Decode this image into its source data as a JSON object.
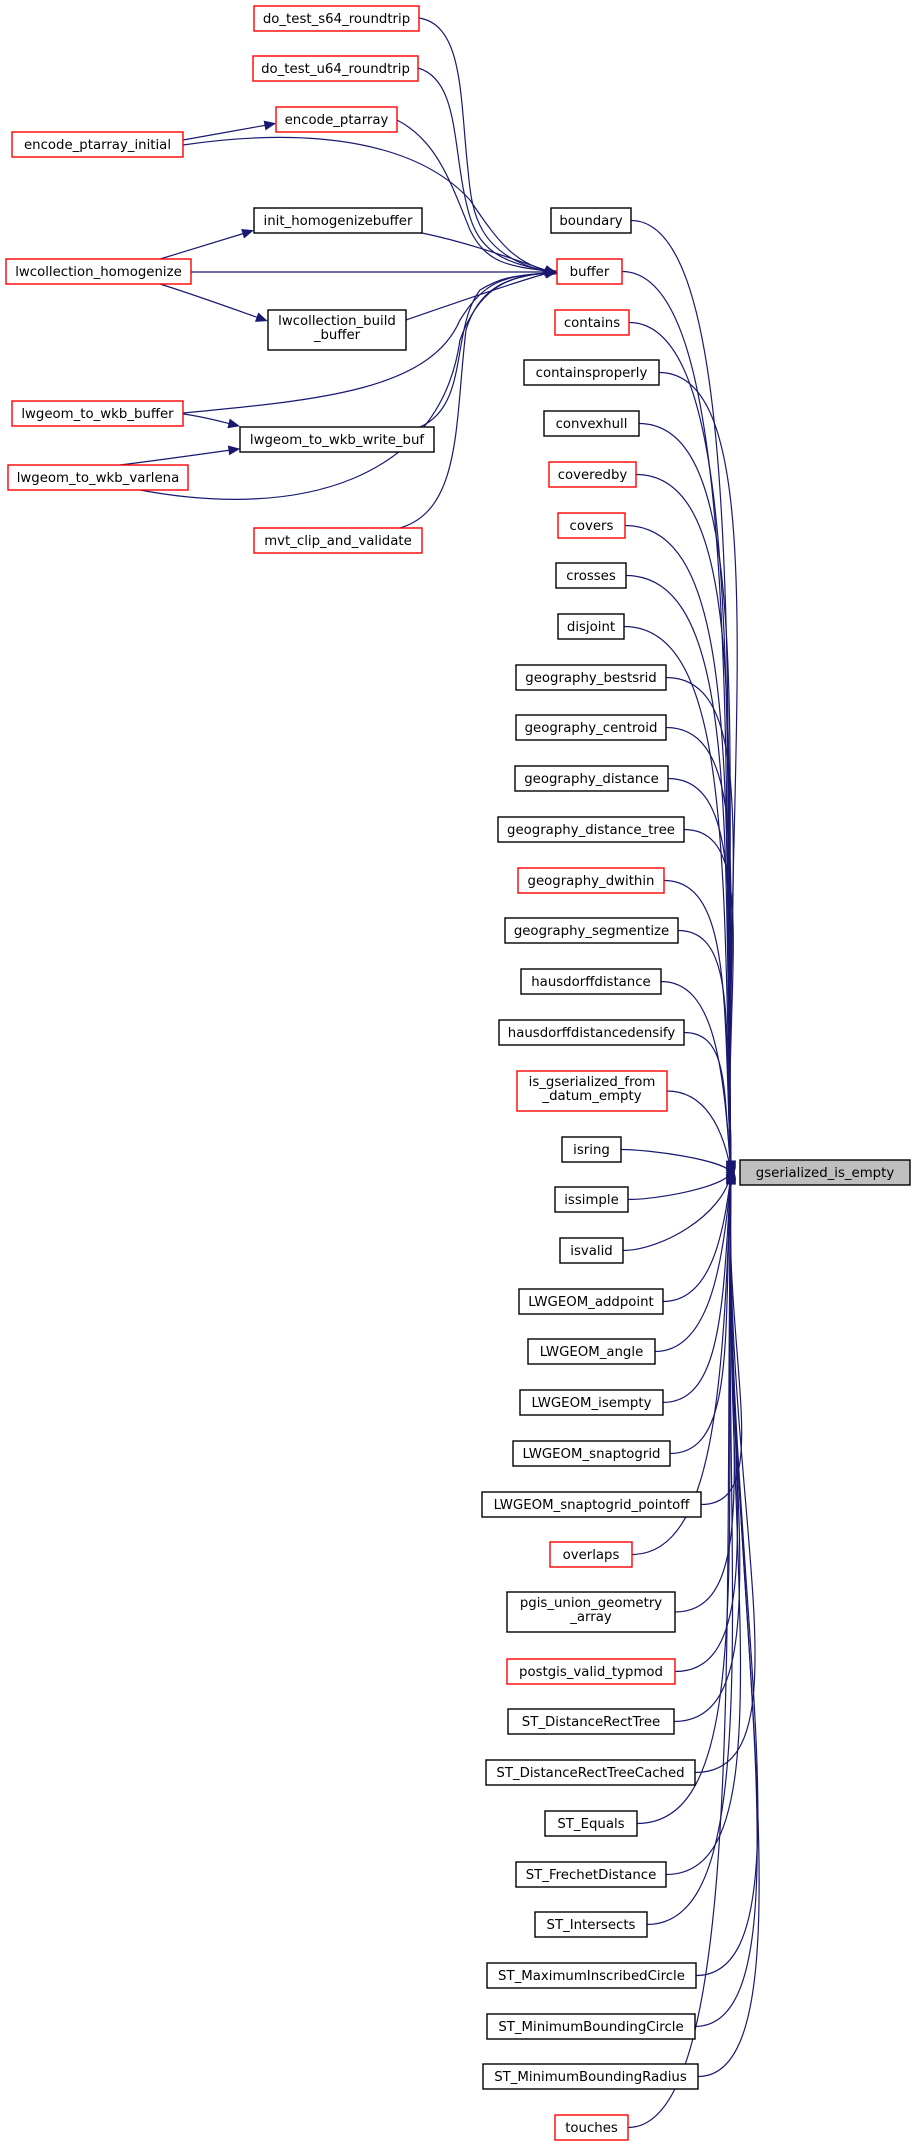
{
  "nodes": [
    {
      "id": "gserialized_is_empty",
      "lines": [
        "gserialized_is_empty"
      ],
      "border": "root"
    },
    {
      "id": "boundary",
      "lines": [
        "boundary"
      ],
      "border": "black"
    },
    {
      "id": "buffer",
      "lines": [
        "buffer"
      ],
      "border": "red"
    },
    {
      "id": "contains",
      "lines": [
        "contains"
      ],
      "border": "red"
    },
    {
      "id": "containsproperly",
      "lines": [
        "containsproperly"
      ],
      "border": "black"
    },
    {
      "id": "convexhull",
      "lines": [
        "convexhull"
      ],
      "border": "black"
    },
    {
      "id": "coveredby",
      "lines": [
        "coveredby"
      ],
      "border": "red"
    },
    {
      "id": "covers",
      "lines": [
        "covers"
      ],
      "border": "red"
    },
    {
      "id": "crosses",
      "lines": [
        "crosses"
      ],
      "border": "black"
    },
    {
      "id": "disjoint",
      "lines": [
        "disjoint"
      ],
      "border": "black"
    },
    {
      "id": "geography_bestsrid",
      "lines": [
        "geography_bestsrid"
      ],
      "border": "black"
    },
    {
      "id": "geography_centroid",
      "lines": [
        "geography_centroid"
      ],
      "border": "black"
    },
    {
      "id": "geography_distance",
      "lines": [
        "geography_distance"
      ],
      "border": "black"
    },
    {
      "id": "geography_distance_tree",
      "lines": [
        "geography_distance_tree"
      ],
      "border": "black"
    },
    {
      "id": "geography_dwithin",
      "lines": [
        "geography_dwithin"
      ],
      "border": "red"
    },
    {
      "id": "geography_segmentize",
      "lines": [
        "geography_segmentize"
      ],
      "border": "black"
    },
    {
      "id": "hausdorffdistance",
      "lines": [
        "hausdorffdistance"
      ],
      "border": "black"
    },
    {
      "id": "hausdorffdistancedensify",
      "lines": [
        "hausdorffdistancedensify"
      ],
      "border": "black"
    },
    {
      "id": "is_gserialized_from_datum_empty",
      "lines": [
        "is_gserialized_from",
        "_datum_empty"
      ],
      "border": "red"
    },
    {
      "id": "isring",
      "lines": [
        "isring"
      ],
      "border": "black"
    },
    {
      "id": "issimple",
      "lines": [
        "issimple"
      ],
      "border": "black"
    },
    {
      "id": "isvalid",
      "lines": [
        "isvalid"
      ],
      "border": "black"
    },
    {
      "id": "LWGEOM_addpoint",
      "lines": [
        "LWGEOM_addpoint"
      ],
      "border": "black"
    },
    {
      "id": "LWGEOM_angle",
      "lines": [
        "LWGEOM_angle"
      ],
      "border": "black"
    },
    {
      "id": "LWGEOM_isempty",
      "lines": [
        "LWGEOM_isempty"
      ],
      "border": "black"
    },
    {
      "id": "LWGEOM_snaptogrid",
      "lines": [
        "LWGEOM_snaptogrid"
      ],
      "border": "black"
    },
    {
      "id": "LWGEOM_snaptogrid_pointoff",
      "lines": [
        "LWGEOM_snaptogrid_pointoff"
      ],
      "border": "black"
    },
    {
      "id": "overlaps",
      "lines": [
        "overlaps"
      ],
      "border": "red"
    },
    {
      "id": "pgis_union_geometry_array",
      "lines": [
        "pgis_union_geometry",
        "_array"
      ],
      "border": "black"
    },
    {
      "id": "postgis_valid_typmod",
      "lines": [
        "postgis_valid_typmod"
      ],
      "border": "red"
    },
    {
      "id": "ST_DistanceRectTree",
      "lines": [
        "ST_DistanceRectTree"
      ],
      "border": "black"
    },
    {
      "id": "ST_DistanceRectTreeCached",
      "lines": [
        "ST_DistanceRectTreeCached"
      ],
      "border": "black"
    },
    {
      "id": "ST_Equals",
      "lines": [
        "ST_Equals"
      ],
      "border": "black"
    },
    {
      "id": "ST_FrechetDistance",
      "lines": [
        "ST_FrechetDistance"
      ],
      "border": "black"
    },
    {
      "id": "ST_Intersects",
      "lines": [
        "ST_Intersects"
      ],
      "border": "black"
    },
    {
      "id": "ST_MaximumInscribedCircle",
      "lines": [
        "ST_MaximumInscribedCircle"
      ],
      "border": "black"
    },
    {
      "id": "ST_MinimumBoundingCircle",
      "lines": [
        "ST_MinimumBoundingCircle"
      ],
      "border": "black"
    },
    {
      "id": "ST_MinimumBoundingRadius",
      "lines": [
        "ST_MinimumBoundingRadius"
      ],
      "border": "black"
    },
    {
      "id": "touches",
      "lines": [
        "touches"
      ],
      "border": "red"
    },
    {
      "id": "do_test_s64_roundtrip",
      "lines": [
        "do_test_s64_roundtrip"
      ],
      "border": "red"
    },
    {
      "id": "do_test_u64_roundtrip",
      "lines": [
        "do_test_u64_roundtrip"
      ],
      "border": "red"
    },
    {
      "id": "encode_ptarray",
      "lines": [
        "encode_ptarray"
      ],
      "border": "red"
    },
    {
      "id": "encode_ptarray_initial",
      "lines": [
        "encode_ptarray_initial"
      ],
      "border": "red"
    },
    {
      "id": "init_homogenizebuffer",
      "lines": [
        "init_homogenizebuffer"
      ],
      "border": "black"
    },
    {
      "id": "lwcollection_homogenize",
      "lines": [
        "lwcollection_homogenize"
      ],
      "border": "red"
    },
    {
      "id": "lwcollection_build_buffer",
      "lines": [
        "lwcollection_build",
        "_buffer"
      ],
      "border": "black"
    },
    {
      "id": "lwgeom_to_wkb_buffer",
      "lines": [
        "lwgeom_to_wkb_buffer"
      ],
      "border": "red"
    },
    {
      "id": "lwgeom_to_wkb_write_buf",
      "lines": [
        "lwgeom_to_wkb_write_buf"
      ],
      "border": "black"
    },
    {
      "id": "lwgeom_to_wkb_varlena",
      "lines": [
        "lwgeom_to_wkb_varlena"
      ],
      "border": "red"
    },
    {
      "id": "mvt_clip_and_validate",
      "lines": [
        "mvt_clip_and_validate"
      ],
      "border": "red"
    }
  ],
  "edges": [
    {
      "from": "boundary",
      "to": "gserialized_is_empty"
    },
    {
      "from": "buffer",
      "to": "gserialized_is_empty"
    },
    {
      "from": "contains",
      "to": "gserialized_is_empty"
    },
    {
      "from": "containsproperly",
      "to": "gserialized_is_empty"
    },
    {
      "from": "convexhull",
      "to": "gserialized_is_empty"
    },
    {
      "from": "coveredby",
      "to": "gserialized_is_empty"
    },
    {
      "from": "covers",
      "to": "gserialized_is_empty"
    },
    {
      "from": "crosses",
      "to": "gserialized_is_empty"
    },
    {
      "from": "disjoint",
      "to": "gserialized_is_empty"
    },
    {
      "from": "geography_bestsrid",
      "to": "gserialized_is_empty"
    },
    {
      "from": "geography_centroid",
      "to": "gserialized_is_empty"
    },
    {
      "from": "geography_distance",
      "to": "gserialized_is_empty"
    },
    {
      "from": "geography_distance_tree",
      "to": "gserialized_is_empty"
    },
    {
      "from": "geography_dwithin",
      "to": "gserialized_is_empty"
    },
    {
      "from": "geography_segmentize",
      "to": "gserialized_is_empty"
    },
    {
      "from": "hausdorffdistance",
      "to": "gserialized_is_empty"
    },
    {
      "from": "hausdorffdistancedensify",
      "to": "gserialized_is_empty"
    },
    {
      "from": "is_gserialized_from_datum_empty",
      "to": "gserialized_is_empty"
    },
    {
      "from": "isring",
      "to": "gserialized_is_empty"
    },
    {
      "from": "issimple",
      "to": "gserialized_is_empty"
    },
    {
      "from": "isvalid",
      "to": "gserialized_is_empty"
    },
    {
      "from": "LWGEOM_addpoint",
      "to": "gserialized_is_empty"
    },
    {
      "from": "LWGEOM_angle",
      "to": "gserialized_is_empty"
    },
    {
      "from": "LWGEOM_isempty",
      "to": "gserialized_is_empty"
    },
    {
      "from": "LWGEOM_snaptogrid",
      "to": "gserialized_is_empty"
    },
    {
      "from": "LWGEOM_snaptogrid_pointoff",
      "to": "gserialized_is_empty"
    },
    {
      "from": "overlaps",
      "to": "gserialized_is_empty"
    },
    {
      "from": "pgis_union_geometry_array",
      "to": "gserialized_is_empty"
    },
    {
      "from": "postgis_valid_typmod",
      "to": "gserialized_is_empty"
    },
    {
      "from": "ST_DistanceRectTree",
      "to": "gserialized_is_empty"
    },
    {
      "from": "ST_DistanceRectTreeCached",
      "to": "gserialized_is_empty"
    },
    {
      "from": "ST_Equals",
      "to": "gserialized_is_empty"
    },
    {
      "from": "ST_FrechetDistance",
      "to": "gserialized_is_empty"
    },
    {
      "from": "ST_Intersects",
      "to": "gserialized_is_empty"
    },
    {
      "from": "ST_MaximumInscribedCircle",
      "to": "gserialized_is_empty"
    },
    {
      "from": "ST_MinimumBoundingCircle",
      "to": "gserialized_is_empty"
    },
    {
      "from": "ST_MinimumBoundingRadius",
      "to": "gserialized_is_empty"
    },
    {
      "from": "touches",
      "to": "gserialized_is_empty"
    },
    {
      "from": "do_test_s64_roundtrip",
      "to": "buffer"
    },
    {
      "from": "do_test_u64_roundtrip",
      "to": "buffer"
    },
    {
      "from": "encode_ptarray",
      "to": "buffer"
    },
    {
      "from": "encode_ptarray_initial",
      "to": "buffer"
    },
    {
      "from": "encode_ptarray_initial",
      "to": "encode_ptarray"
    },
    {
      "from": "init_homogenizebuffer",
      "to": "buffer"
    },
    {
      "from": "lwcollection_homogenize",
      "to": "buffer"
    },
    {
      "from": "lwcollection_homogenize",
      "to": "init_homogenizebuffer"
    },
    {
      "from": "lwcollection_homogenize",
      "to": "lwcollection_build_buffer"
    },
    {
      "from": "lwcollection_build_buffer",
      "to": "buffer"
    },
    {
      "from": "lwgeom_to_wkb_buffer",
      "to": "buffer"
    },
    {
      "from": "lwgeom_to_wkb_buffer",
      "to": "lwgeom_to_wkb_write_buf"
    },
    {
      "from": "lwgeom_to_wkb_write_buf",
      "to": "buffer"
    },
    {
      "from": "lwgeom_to_wkb_varlena",
      "to": "buffer"
    },
    {
      "from": "lwgeom_to_wkb_varlena",
      "to": "lwgeom_to_wkb_write_buf"
    },
    {
      "from": "mvt_clip_and_validate",
      "to": "buffer"
    }
  ],
  "colors": {
    "edge": "#191970",
    "red_border": "#ff0000",
    "black_border": "#000000",
    "root_fill": "#bfbfbf"
  }
}
